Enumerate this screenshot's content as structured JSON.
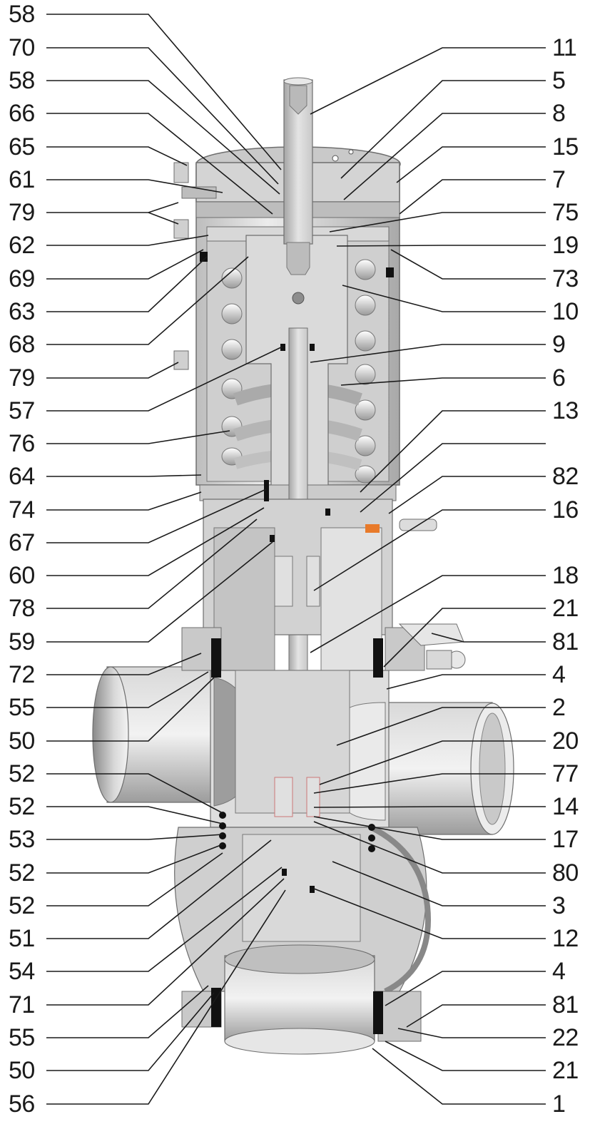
{
  "labels_left": [
    "58",
    "70",
    "58",
    "66",
    "65",
    "61",
    "79",
    "62",
    "69",
    "63",
    "68",
    "79",
    "57",
    "76",
    "64",
    "74",
    "67",
    "60",
    "78",
    "59",
    "72",
    "55",
    "50",
    "52",
    "52",
    "53",
    "52",
    "52",
    "51",
    "54",
    "71",
    "55",
    "50",
    "56"
  ],
  "labels_right": [
    "11",
    "5",
    "8",
    "15",
    "7",
    "75",
    "19",
    "73",
    "10",
    "9",
    "6",
    "13",
    "82",
    "16",
    "18",
    "21",
    "81",
    "4",
    "2",
    "20",
    "77",
    "14",
    "17",
    "80",
    "3",
    "12",
    "4",
    "81",
    "22",
    "21",
    "1"
  ],
  "colors": {
    "text": "#1a1a1a",
    "metal_light": "#e6e6e6",
    "metal_mid": "#c4c4c4",
    "metal_dark": "#8f8f8f",
    "seal": "#111111",
    "accent": "#e87a2a"
  }
}
